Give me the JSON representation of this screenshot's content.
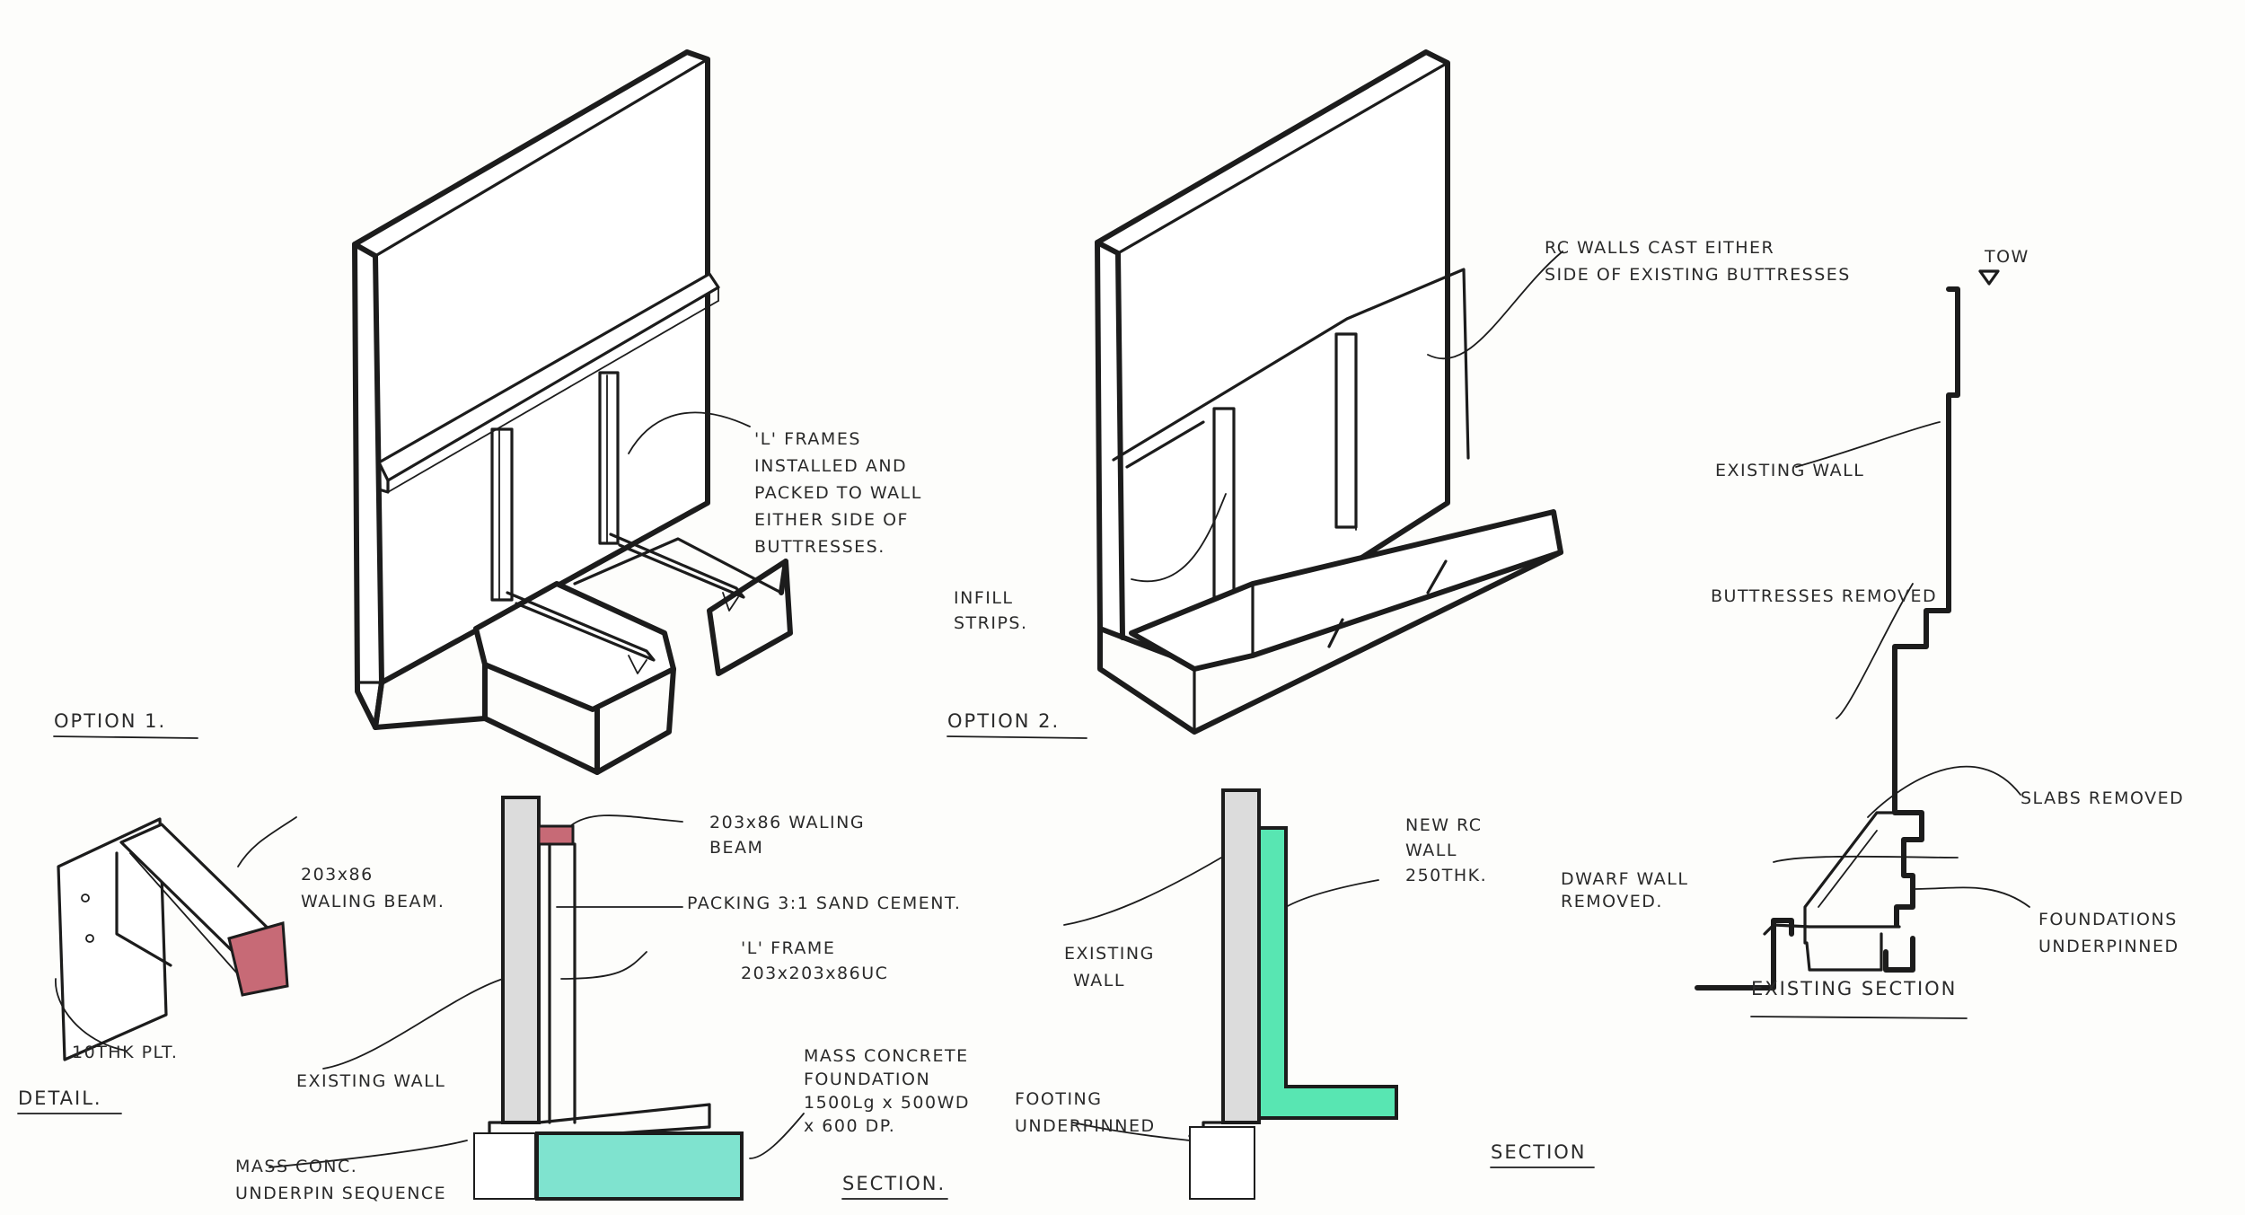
{
  "colors": {
    "ink": "#1c1c1c",
    "cyan": "#7fe3cf",
    "green": "#58e6b2",
    "beam": "#c76a76",
    "wall_grey": "#d6d6d6"
  },
  "titles": {
    "option1": "OPTION 1.",
    "option2": "OPTION 2.",
    "detail": "DETAIL.",
    "section1": "SECTION.",
    "section2": "SECTION",
    "existing_section": "EXISTING SECTION"
  },
  "option1": {
    "l_frames_lines": [
      "'L' FRAMES",
      "INSTALLED AND",
      "PACKED TO WALL",
      "EITHER SIDE OF",
      "BUTTRESSES."
    ]
  },
  "option2": {
    "rc_walls_lines": [
      "RC WALLS CAST EITHER",
      "SIDE OF EXISTING BUTTRESSES"
    ],
    "infill_lines": [
      "INFILL",
      "STRIPS."
    ]
  },
  "existing": {
    "tow": "TOW",
    "existing_wall": "EXISTING WALL",
    "buttresses_removed": "BUTTRESSES REMOVED",
    "slabs_removed": "SLABS REMOVED",
    "dwarf_wall_lines": [
      "DWARF WALL",
      "REMOVED."
    ],
    "foundations_lines": [
      "FOUNDATIONS",
      "UNDERPINNED"
    ]
  },
  "detail": {
    "beam_lines": [
      "203x86",
      "WALING BEAM."
    ],
    "plate": "10THK PLT."
  },
  "section1": {
    "waling_lines": [
      "203x86 WALING",
      "BEAM"
    ],
    "packing": "PACKING 3:1 SAND CEMENT.",
    "lframe_lines": [
      "'L' FRAME",
      "203x203x86UC"
    ],
    "existing_wall": "EXISTING WALL",
    "foundation_lines": [
      "MASS CONCRETE",
      "FOUNDATION",
      "1500Lg x 500WD",
      "x 600 DP."
    ],
    "underpin_lines": [
      "MASS CONC.",
      "UNDERPIN SEQUENCE"
    ]
  },
  "section2": {
    "new_wall_lines": [
      "NEW RC",
      "WALL",
      "250THK."
    ],
    "existing_wall_lines": [
      "EXISTING",
      "WALL"
    ],
    "footing_lines": [
      "FOOTING",
      "UNDERPINNED"
    ]
  }
}
